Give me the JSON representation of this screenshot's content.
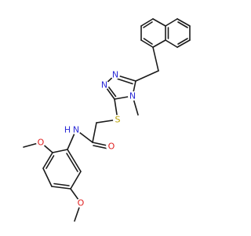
{
  "molecule": {
    "atom_colors": {
      "N": "#2a2ad6",
      "O": "#e02020",
      "S": "#b8a000"
    },
    "labels": {
      "n_triazole_1": "N",
      "n_triazole_2": "N",
      "n_triazole_methyl": "N",
      "s_thioether": "S",
      "o_carbonyl": "O",
      "n_amide": "N",
      "h_amide": "H",
      "o_methoxy_ortho": "O",
      "o_methoxy_meta": "O"
    }
  }
}
